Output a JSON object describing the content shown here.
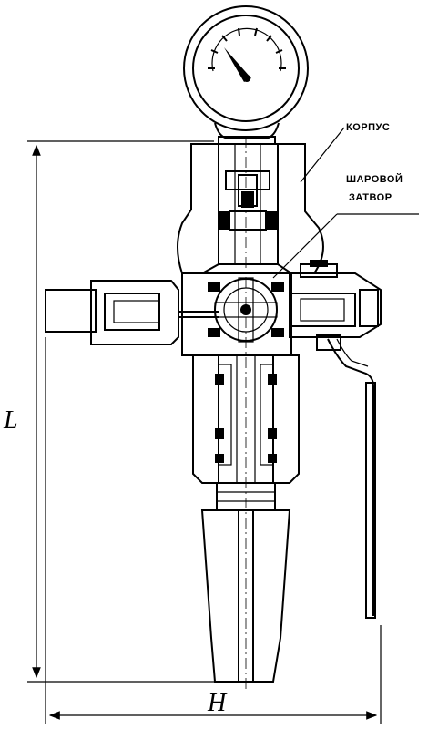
{
  "labels": {
    "body": "КОРПУС",
    "ball_valve_line1": "ШАРОВОЙ",
    "ball_valve_line2": "ЗАТВОР"
  },
  "dimensions": {
    "height": "L",
    "width": "H"
  },
  "colors": {
    "ink": "#000000",
    "paper": "#ffffff"
  }
}
